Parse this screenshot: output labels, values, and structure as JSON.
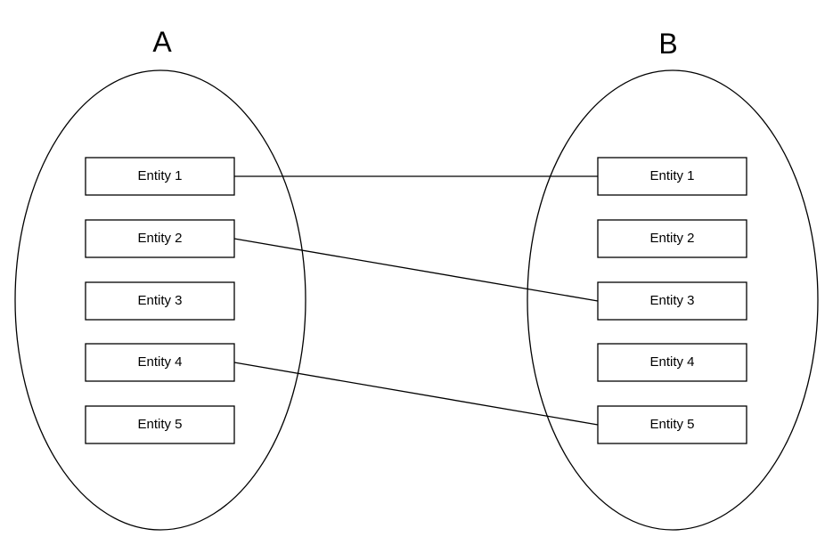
{
  "sets": [
    {
      "id": "a",
      "title": "A",
      "entities": [
        "Entity 1",
        "Entity 2",
        "Entity 3",
        "Entity 4",
        "Entity 5"
      ]
    },
    {
      "id": "b",
      "title": "B",
      "entities": [
        "Entity 1",
        "Entity 2",
        "Entity 3",
        "Entity 4",
        "Entity 5"
      ]
    }
  ],
  "mappings": [
    {
      "from": 0,
      "to": 0
    },
    {
      "from": 1,
      "to": 2
    },
    {
      "from": 3,
      "to": 4
    }
  ],
  "colors": {
    "stroke": "#000000",
    "fill": "#ffffff",
    "text": "#000000"
  }
}
